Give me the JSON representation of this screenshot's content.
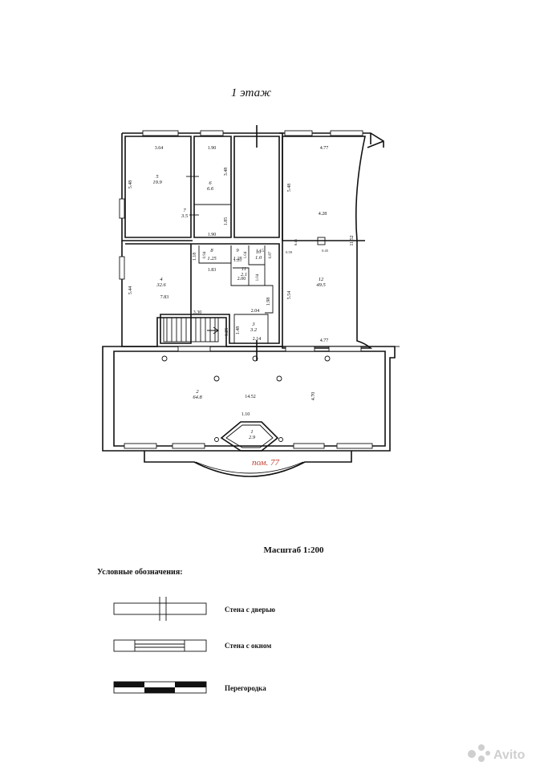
{
  "title": "1 этаж",
  "pom_label": "пом. 77",
  "scale": "Масштаб 1:200",
  "legend": {
    "heading": "Условные обозначения:",
    "items": [
      {
        "label": "Стена с  дверью"
      },
      {
        "label": "Стена с окном"
      },
      {
        "label": "Перегородка"
      }
    ]
  },
  "rooms": [
    {
      "num": "5",
      "area": "19.9"
    },
    {
      "num": "6",
      "area": "6.6"
    },
    {
      "num": "7",
      "area": "3.5"
    },
    {
      "num": "4",
      "area": "32.6"
    },
    {
      "num": "8",
      "area": "1.25"
    },
    {
      "num": "9",
      "area": "1.25"
    },
    {
      "num": "10",
      "area": "1.0"
    },
    {
      "num": "11",
      "area": "2.1"
    },
    {
      "num": "3",
      "area": "3.2"
    },
    {
      "num": "12",
      "area": "49.5"
    },
    {
      "num": "2",
      "area": "64.8"
    },
    {
      "num": "1",
      "area": "2.9"
    }
  ],
  "dimensions": [
    "3.64",
    "1.90",
    "5.48",
    "3.48",
    "1.85",
    "1.90",
    "4.77",
    "5.48",
    "4.28",
    "11.52",
    "0.45",
    "0.59",
    "0.45",
    "1.18",
    "0.94",
    "1.83",
    "1.25",
    "1.04",
    "1.15",
    "0.87",
    "1.04",
    "5.44",
    "7.83",
    "2.00",
    "3.30",
    "2.04",
    "1.98",
    "5.54",
    "1.48",
    "1.25",
    "2.14",
    "4.77",
    "14.52",
    "4.70",
    "1.10"
  ],
  "watermark": "Avito"
}
